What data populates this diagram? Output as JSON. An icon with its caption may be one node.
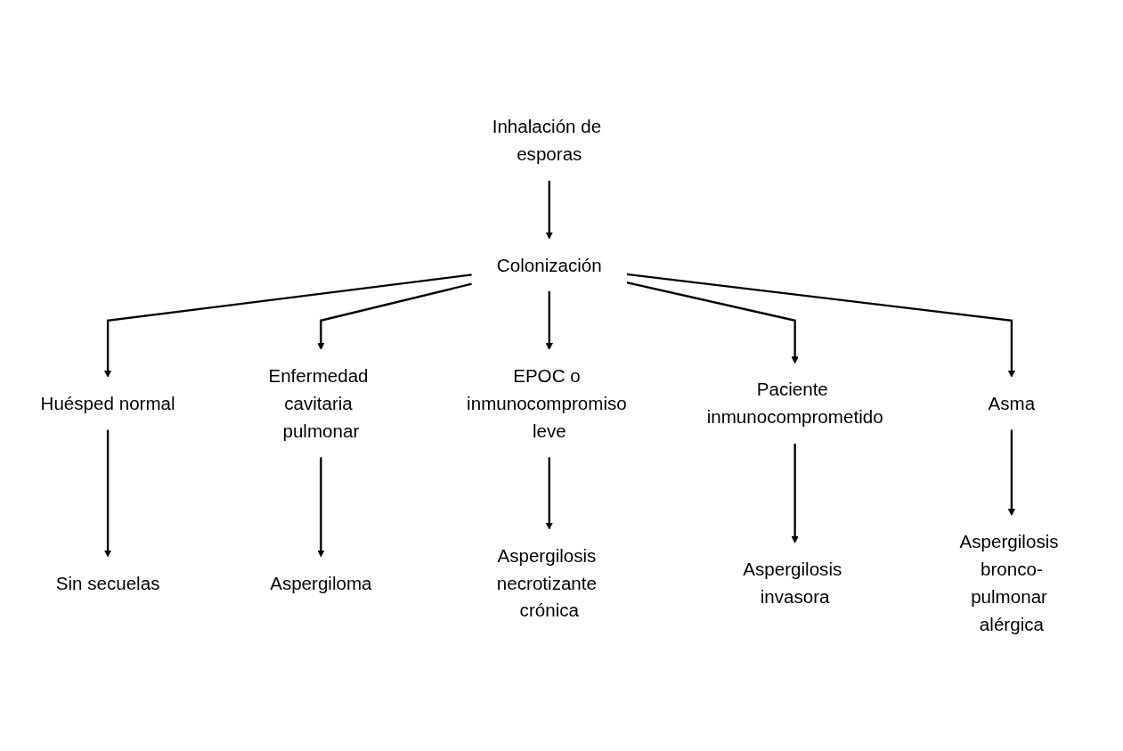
{
  "diagram": {
    "nodes": [
      {
        "text": [
          "Inhalación de esporas"
        ]
      },
      {
        "text": [
          "Colonización"
        ]
      },
      {
        "text": [
          "Huésped normal"
        ]
      },
      {
        "text": [
          "Enfermedad cavitaria pulmonar"
        ]
      },
      {
        "text": [
          "EPOC o inmunocompromiso leve"
        ]
      },
      {
        "text": [
          "Paciente inmunocomprometido"
        ]
      },
      {
        "text": [
          "Asma"
        ]
      },
      {
        "text": [
          "Sin secuelas"
        ]
      },
      {
        "text": [
          "Aspergiloma"
        ]
      },
      {
        "text": [
          "Aspergilosis necrotizante crónica"
        ]
      },
      {
        "text": [
          "Aspergilosis invasora"
        ]
      },
      {
        "text": [
          "Aspergilosis bronco-pulmonar alérgica"
        ]
      }
    ],
    "edges": [
      {
        "from": 0,
        "to": 1,
        "arrow": "to"
      },
      {
        "from": 1,
        "to": 2,
        "arrow": "to"
      },
      {
        "from": 1,
        "to": 3,
        "arrow": "to"
      },
      {
        "from": 1,
        "to": 4,
        "arrow": "to"
      },
      {
        "from": 1,
        "to": 5,
        "arrow": "to"
      },
      {
        "from": 1,
        "to": 6,
        "arrow": "to"
      },
      {
        "from": 2,
        "to": 7,
        "arrow": "to"
      },
      {
        "from": 3,
        "to": 8,
        "arrow": "to"
      },
      {
        "from": 4,
        "to": 9,
        "arrow": "to"
      },
      {
        "from": 5,
        "to": 10,
        "arrow": "to"
      },
      {
        "from": 6,
        "to": 11,
        "arrow": "to"
      }
    ]
  }
}
